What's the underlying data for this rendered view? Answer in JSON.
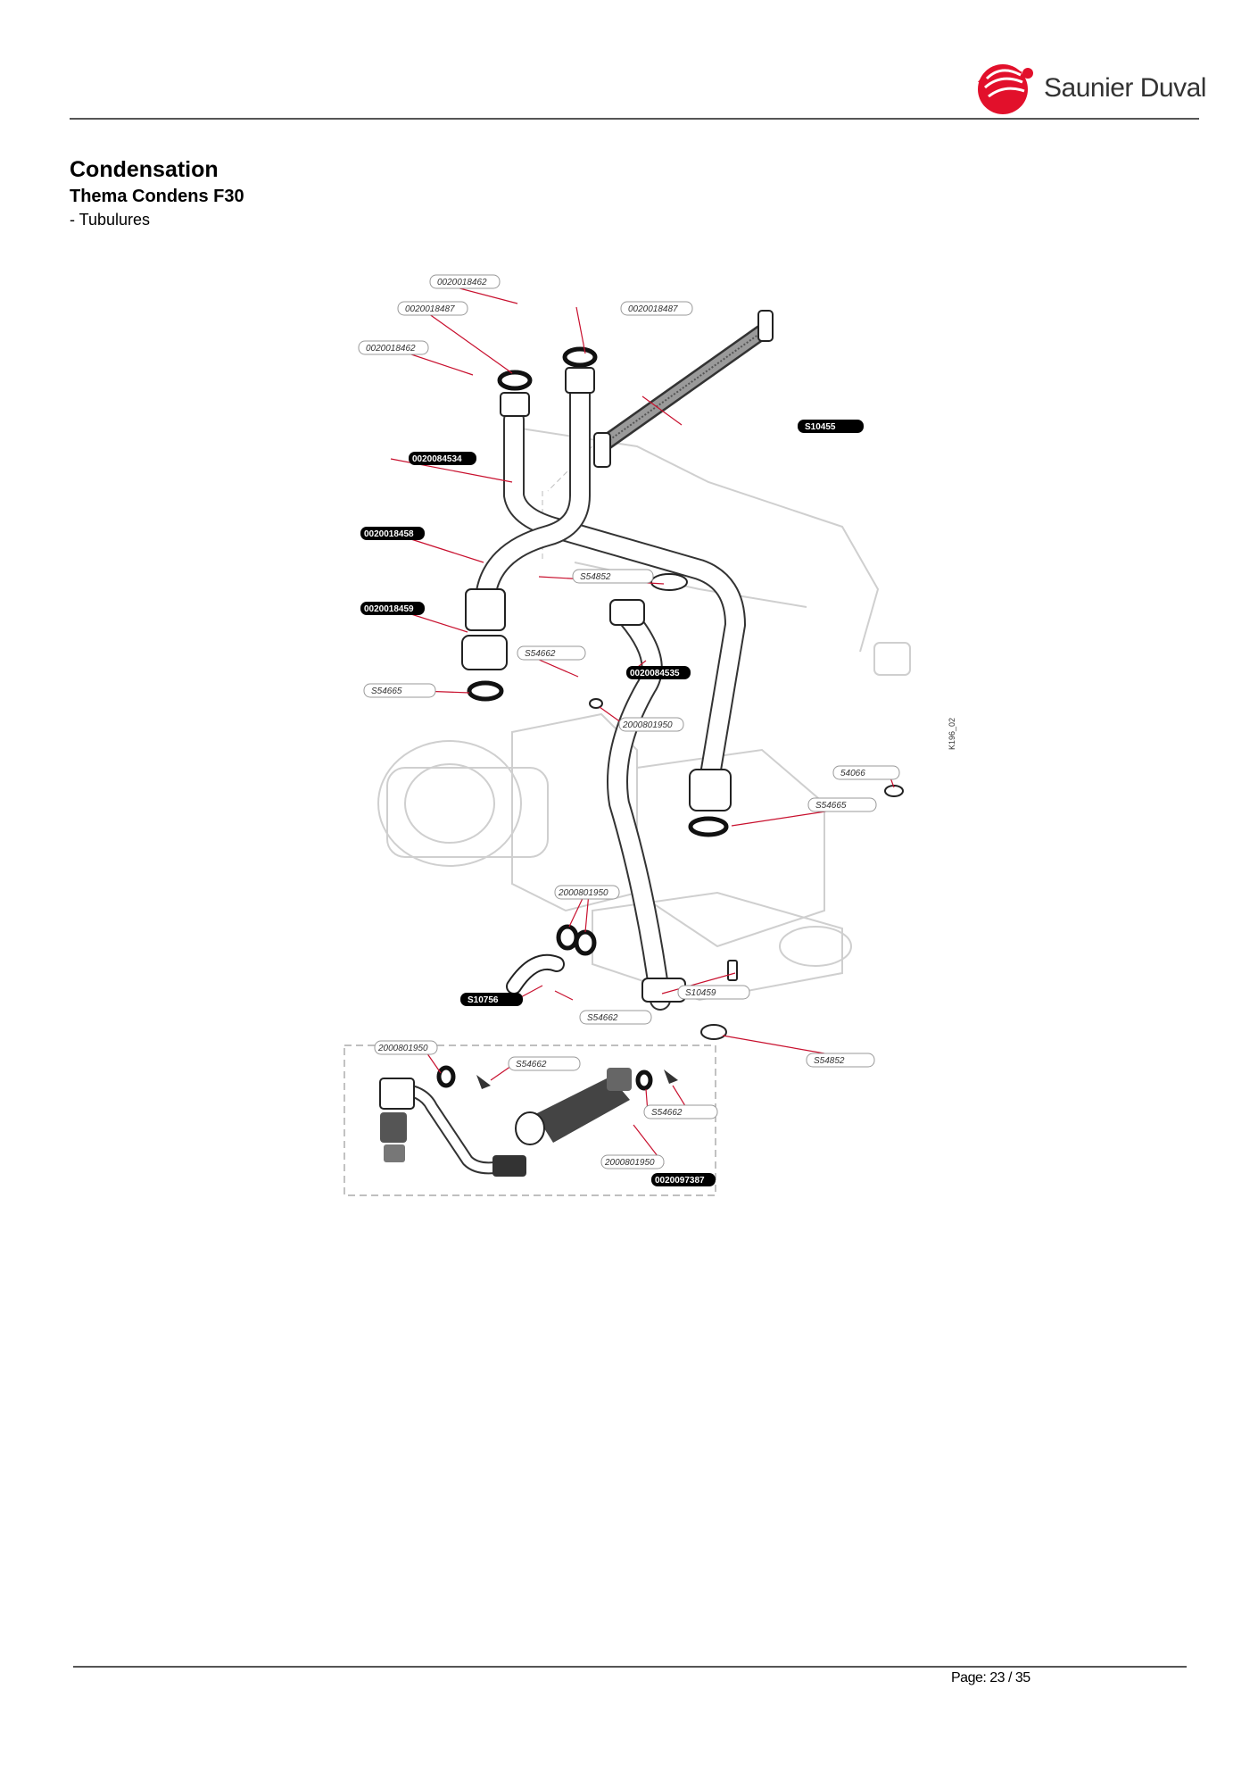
{
  "header": {
    "brand": "Saunier Duval"
  },
  "section": {
    "title": "Condensation",
    "model": "Thema Condens F30",
    "subsection": "- Tubulures"
  },
  "diagram": {
    "code": "K196_02",
    "labels_light": [
      "0020018462",
      "0020018487",
      "0020018487",
      "0020018462",
      "S54852",
      "S54662",
      "S54665",
      "2000801950",
      "54066",
      "S54665",
      "2000801950",
      "S10459",
      "S54662",
      "S54852",
      "2000801950",
      "S54662",
      "S54662",
      "2000801950"
    ],
    "labels_dark": [
      "S10455",
      "0020084534",
      "0020018458",
      "0020018459",
      "0020084535",
      "S10756",
      "0020097387"
    ]
  },
  "footer": {
    "page": "Page: 23 / 35"
  }
}
